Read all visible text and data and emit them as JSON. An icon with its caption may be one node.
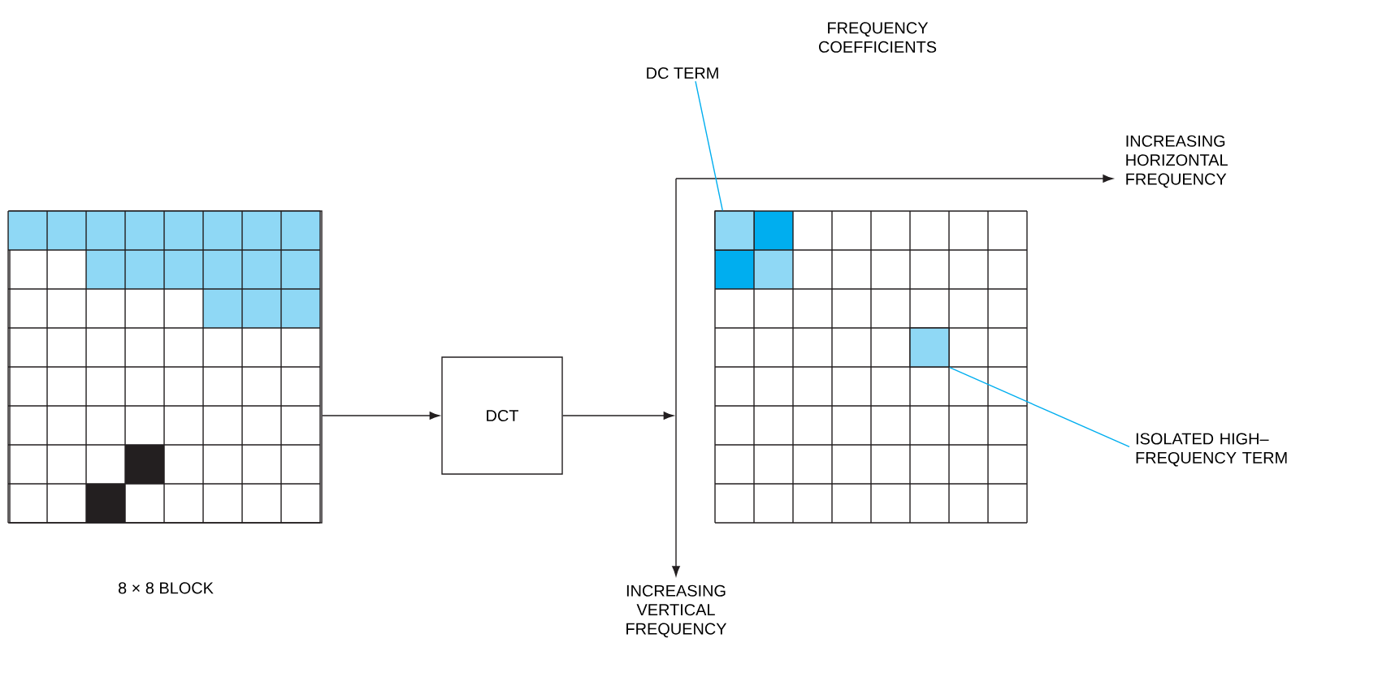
{
  "diagram": {
    "nodes": [
      {
        "text": [],
        "shape": "box",
        "beside": [
          "8 × 8 BLOCK"
        ]
      },
      {
        "text": [
          "DCT"
        ]
      },
      {
        "text": [],
        "shape": "picture"
      },
      {
        "text": [
          "DC TERM"
        ]
      },
      {
        "text": [],
        "shape": "box",
        "in": 2
      },
      {
        "text": [],
        "shape": "box",
        "in": 2
      },
      {
        "text": [
          "ISOLATED HIGH–FREQUENCY TERM"
        ]
      }
    ],
    "edges": [
      {
        "from": 0,
        "to": 1,
        "arrow": "to"
      },
      {
        "from": 1,
        "to": 2,
        "arrow": "to"
      },
      {
        "from": 3,
        "to": 4,
        "arrow": "none",
        "color": "#00aeef"
      },
      {
        "from": 6,
        "to": 5,
        "arrow": "none",
        "color": "#00aeef"
      }
    ],
    "labels": [
      "FREQUENCY COEFFICIENTS",
      "INCREASING HORIZONTAL FREQUENCY",
      "INCREASING VERTICAL FREQUENCY"
    ]
  }
}
